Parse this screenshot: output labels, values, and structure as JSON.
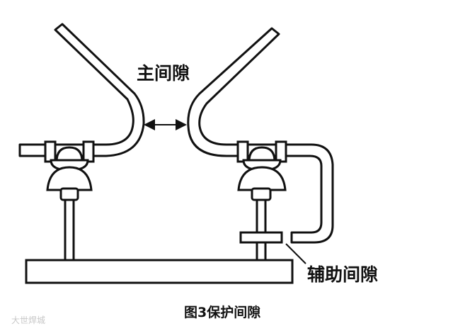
{
  "diagram": {
    "main_gap_label": "主间隙",
    "aux_gap_label": "辅助间隙",
    "caption": "图3保护间隙",
    "watermark": "大世焊城"
  },
  "colors": {
    "ink": "#111111",
    "paper": "#ffffff",
    "watermark": "#c8c8c8"
  }
}
